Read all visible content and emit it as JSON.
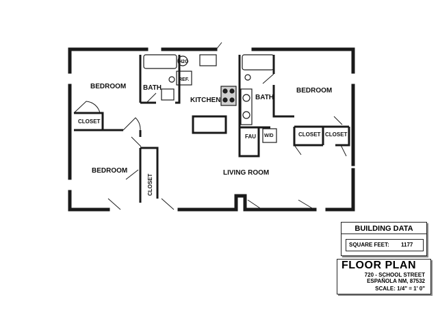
{
  "rooms": {
    "bedroom_nw": "BEDROOM",
    "bath_w": "BATH",
    "ref": "REF.",
    "h2o": "H2O",
    "kitchen": "KITCHEN",
    "bath_e": "BATH",
    "bedroom_ne": "BEDROOM",
    "closet_w": "CLOSET",
    "fau": "FAU",
    "wd": "W/D",
    "closet_e1": "CLOSET",
    "closet_e2": "CLOSET",
    "bedroom_sw": "BEDROOM",
    "living_room": "LIVING ROOM",
    "closet_sw": "CLOSET"
  },
  "building_data": {
    "heading": "BUILDING DATA",
    "sqft_label": "SQUARE FEET:",
    "sqft_value": "1177"
  },
  "title_block": {
    "title": "FLOOR PLAN",
    "address1": "720 - SCHOOL STREET",
    "address2": "ESPAÑOLA NM, 87532",
    "scale": "SCALE: 1/4\" = 1' 0\""
  }
}
